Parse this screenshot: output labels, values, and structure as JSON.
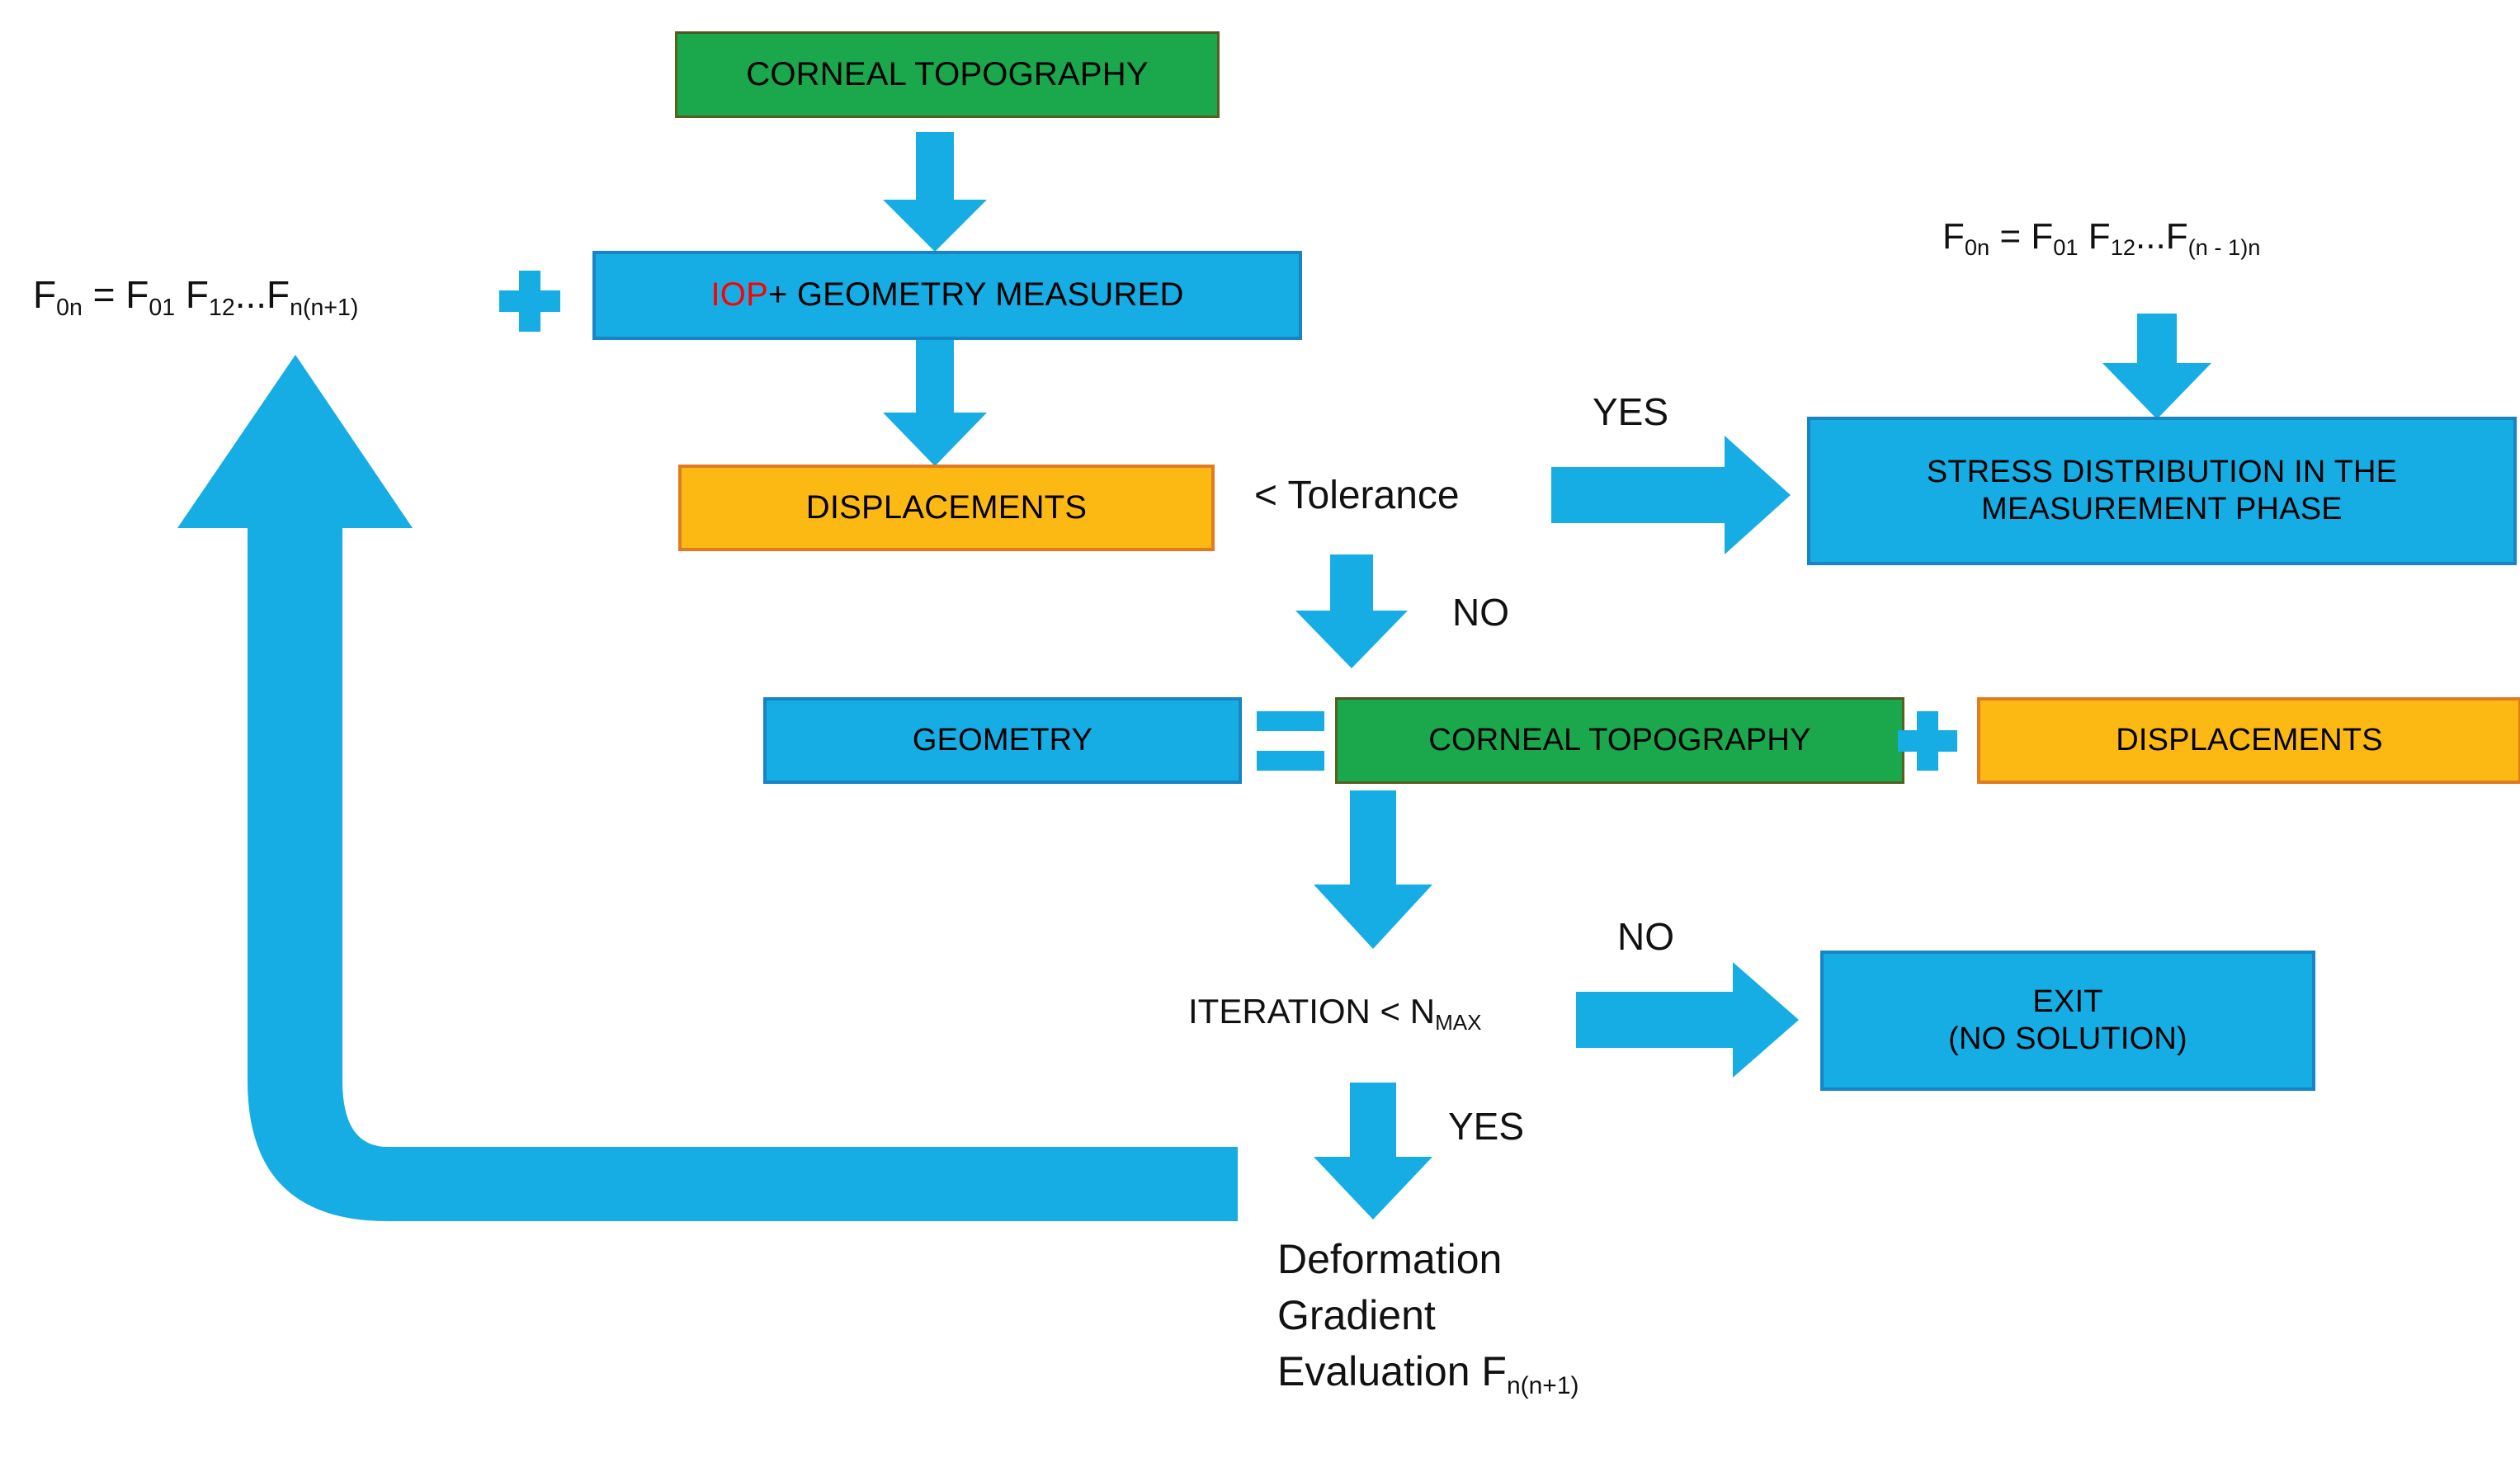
{
  "diagram": {
    "title": "Iterative corneal stress-identification flowchart",
    "colors": {
      "cyan": "#16ADE4",
      "green": "#1BA74B",
      "amber": "#FDB913",
      "red": "#FF0000",
      "background": "#FFFFFF"
    }
  },
  "nodes": {
    "corneal_topography_top": "CORNEAL TOPOGRAPHY",
    "iop_geometry_measured_prefix": "IOP",
    "iop_geometry_measured_rest": " + GEOMETRY MEASURED",
    "displacements_1": "DISPLACEMENTS",
    "stress_distribution": "STRESS DISTRIBUTION IN THE\nMEASUREMENT PHASE",
    "geometry": "GEOMETRY",
    "corneal_topography_bottom": "CORNEAL TOPOGRAPHY",
    "displacements_2": "DISPLACEMENTS",
    "exit_no_solution": "EXIT\n(NO SOLUTION)"
  },
  "decisions": {
    "tolerance": "< Tolerance",
    "iteration_prefix": "ITERATION < N",
    "iteration_sub": "MAX"
  },
  "edge_labels": {
    "tolerance_yes": "YES",
    "tolerance_no": "NO",
    "iteration_no": "NO",
    "iteration_yes": "YES"
  },
  "formulas": {
    "left": {
      "lhs": "F",
      "lhs_sub": "0n",
      "eq": " = F",
      "t1_sub": "01",
      "sp1": "  F",
      "t2_sub": "12",
      "dots": "...F",
      "t3_sub": "n(n+1)"
    },
    "right": {
      "lhs": "F",
      "lhs_sub": "0n",
      "eq": " = F",
      "t1_sub": "01",
      "sp1": "  F",
      "t2_sub": "12",
      "dots": "...F",
      "t3_sub": "(n - 1)n"
    }
  },
  "operators": {
    "plus_left": "+",
    "equals_mid": "=",
    "plus_mid": "+"
  },
  "bottom_text": {
    "line1": "Deformation",
    "line2": "Gradient",
    "line3": "Evaluation F",
    "line3_sub": "n(n+1)"
  }
}
